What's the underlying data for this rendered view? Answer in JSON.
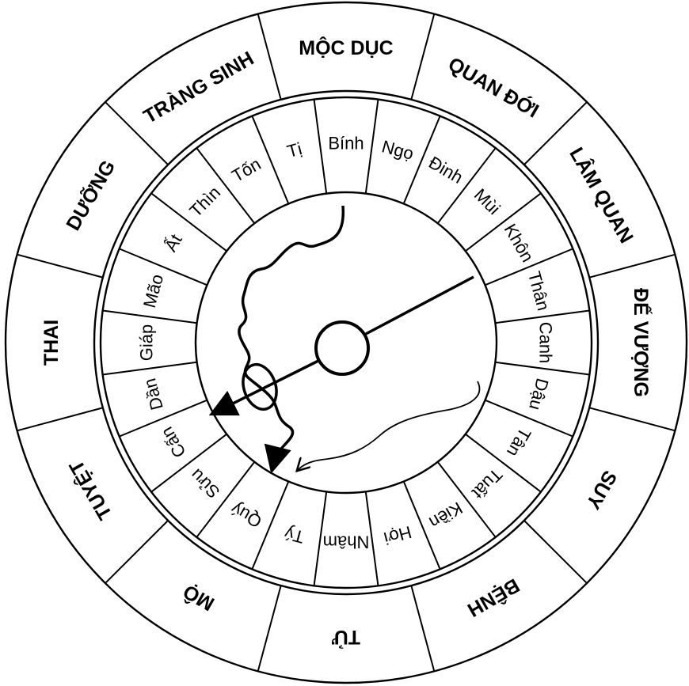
{
  "diagram": {
    "outer_ring": [
      {
        "label": "MỘC DỤC"
      },
      {
        "label": "QUAN ĐỚI"
      },
      {
        "label": "LÂM QUAN"
      },
      {
        "label": "ĐẾ VƯỢNG"
      },
      {
        "label": "SUY"
      },
      {
        "label": "BỆNH"
      },
      {
        "label": "TỬ"
      },
      {
        "label": "MỘ"
      },
      {
        "label": "TUYỆT"
      },
      {
        "label": "THAI"
      },
      {
        "label": "DƯỠNG"
      },
      {
        "label": "TRÀNG SINH"
      }
    ],
    "inner_ring": [
      {
        "label": "Ngọ"
      },
      {
        "label": "Đinh"
      },
      {
        "label": "Mùi"
      },
      {
        "label": "Khôn"
      },
      {
        "label": "Thân"
      },
      {
        "label": "Canh"
      },
      {
        "label": "Dậu"
      },
      {
        "label": "Tân"
      },
      {
        "label": "Tuất"
      },
      {
        "label": "Kiền"
      },
      {
        "label": "Hợi"
      },
      {
        "label": "Nhâm"
      },
      {
        "label": "Tý"
      },
      {
        "label": "Quý"
      },
      {
        "label": "Sửu"
      },
      {
        "label": "Cấn"
      },
      {
        "label": "Dần"
      },
      {
        "label": "Giáp"
      },
      {
        "label": "Mão"
      },
      {
        "label": "Ất"
      },
      {
        "label": "Thìn"
      },
      {
        "label": "Tốn"
      },
      {
        "label": "Tị"
      },
      {
        "label": "Bính"
      }
    ]
  }
}
